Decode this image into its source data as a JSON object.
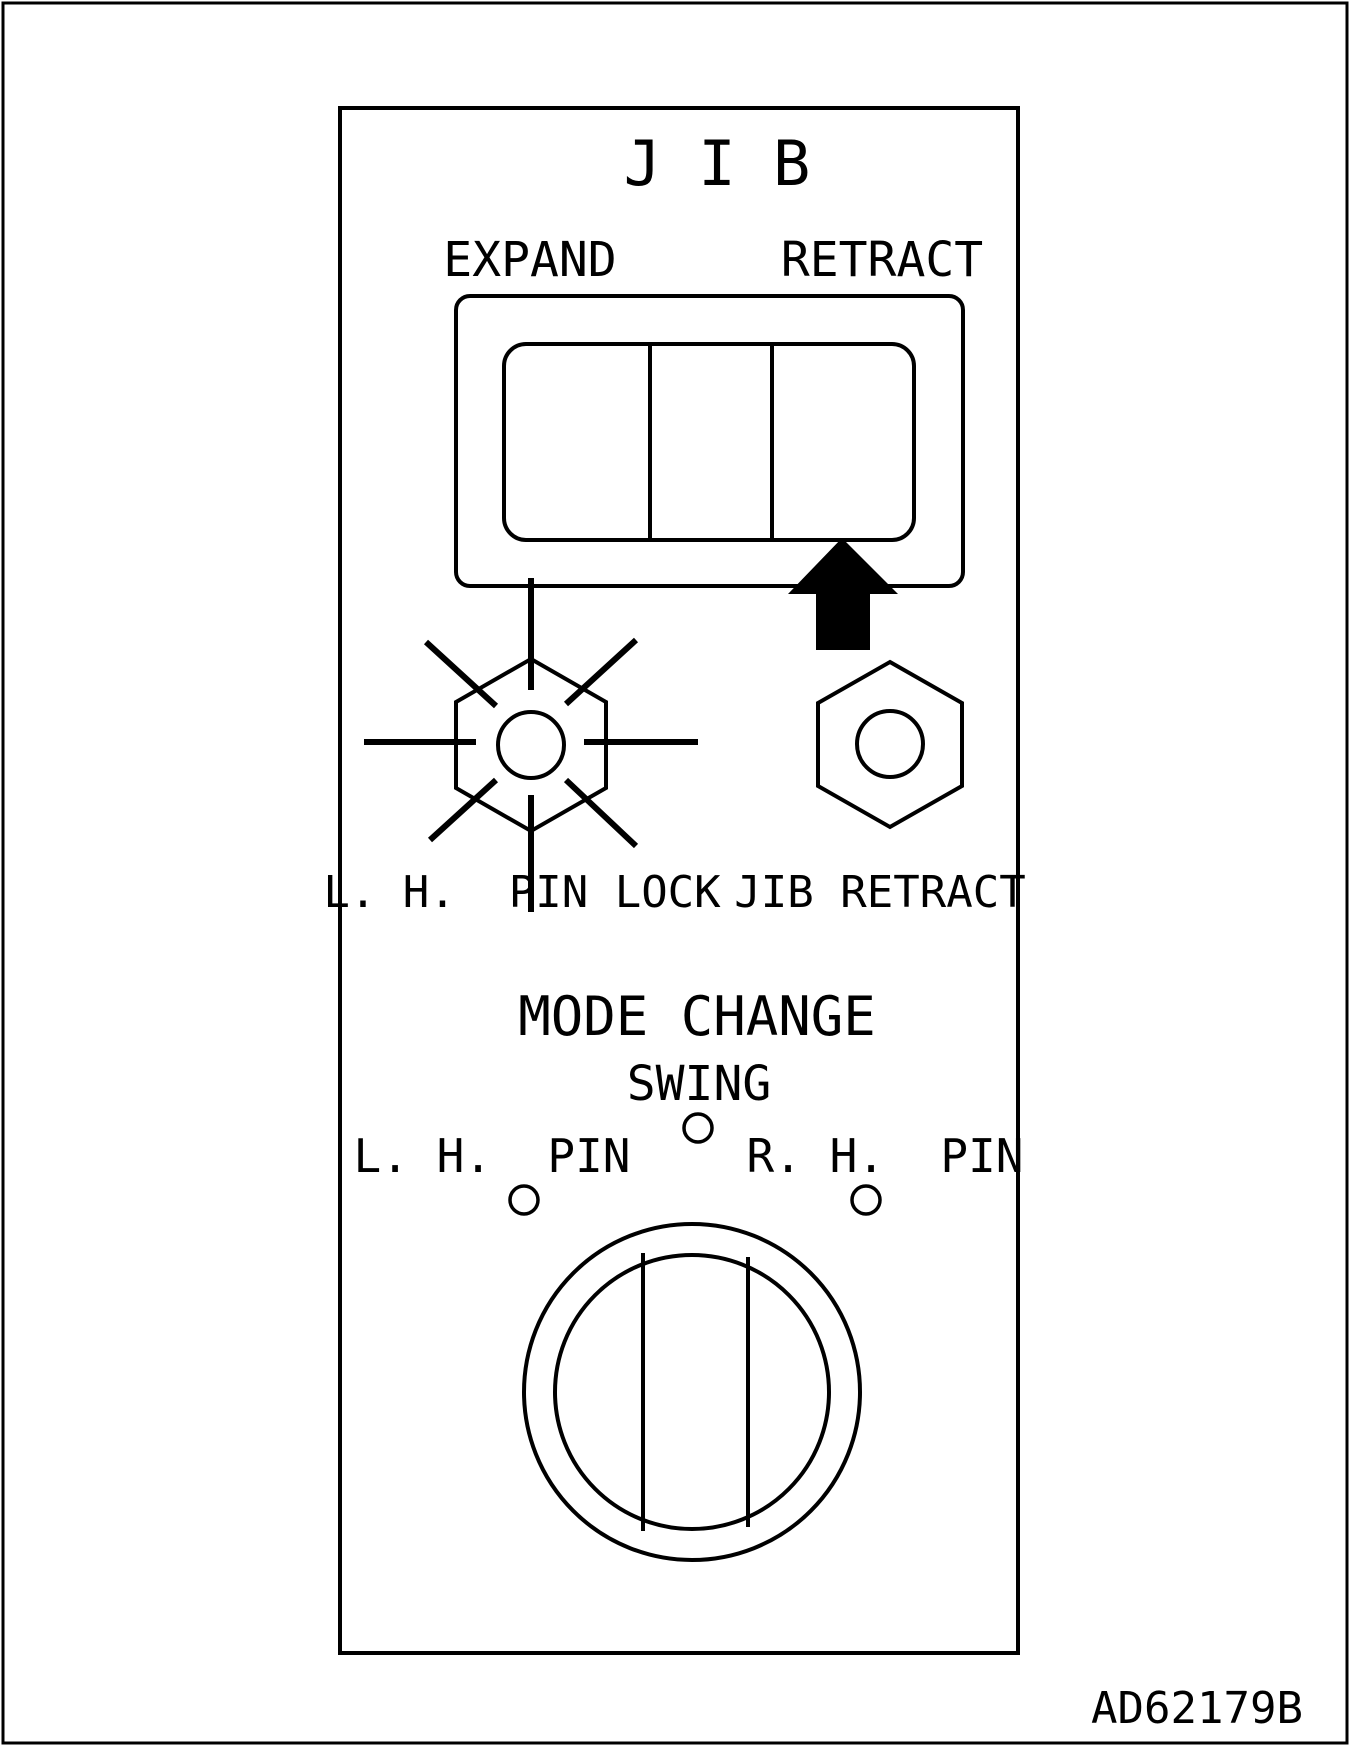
{
  "panel": {
    "title": "J I B",
    "rocker": {
      "left_label": "EXPAND",
      "right_label": "RETRACT"
    },
    "lamps": {
      "left_label": "L. H.  PIN LOCK",
      "left_state": "lit",
      "right_label": "JIB RETRACT",
      "right_state": "off"
    },
    "mode_selector": {
      "title": "MODE CHANGE",
      "pos_top": "SWING",
      "pos_left": "L. H.  PIN",
      "pos_right": "R. H.  PIN"
    }
  },
  "figure_code": "AD62179B"
}
